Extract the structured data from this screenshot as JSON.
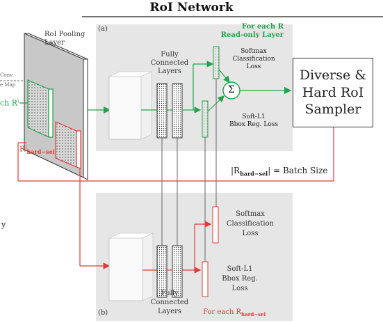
{
  "title": "RoI Network",
  "panel_a": {
    "label": "(a)",
    "header_line1": "For each R",
    "header_line2": "Read-only Layer",
    "fc_label": [
      "Fully",
      "Connected",
      "Layers"
    ],
    "softmax_label": [
      "Softmax",
      "Classification",
      "Loss"
    ],
    "bbox_label": [
      "Soft-L1",
      "Bbox Reg. Loss"
    ],
    "sum_symbol": "Σ"
  },
  "panel_b": {
    "label": "(b)",
    "softmax_label": [
      "Softmax",
      "Classification",
      "Loss"
    ],
    "bbox_label": [
      "Soft-L1",
      "Bbox Reg.",
      "Loss"
    ],
    "fc_label": [
      "Fully",
      "Connected",
      "Layers"
    ],
    "footer": "For each R",
    "footer_sub": "hard−sel"
  },
  "roi_pooling": [
    "RoI Pooling",
    "Layer"
  ],
  "conv_label": [
    "Conv.",
    "e Map"
  ],
  "each_r": "ch R",
  "each_r_sup": "i",
  "r_hard_sel": "R",
  "r_hard_sel_sup": "i",
  "r_hard_sel_sub": "hard−sel",
  "batch_size": {
    "prefix": "|R",
    "sub": "hard−sel",
    "suffix": "| = Batch Size"
  },
  "sampler": [
    "Diverse &",
    "Hard RoI",
    "Sampler"
  ],
  "stray_left": "y",
  "colors": {
    "green": "#22a34a",
    "red": "#e53935",
    "panel_bg": "#e6e6e6",
    "dark": "#333333"
  }
}
